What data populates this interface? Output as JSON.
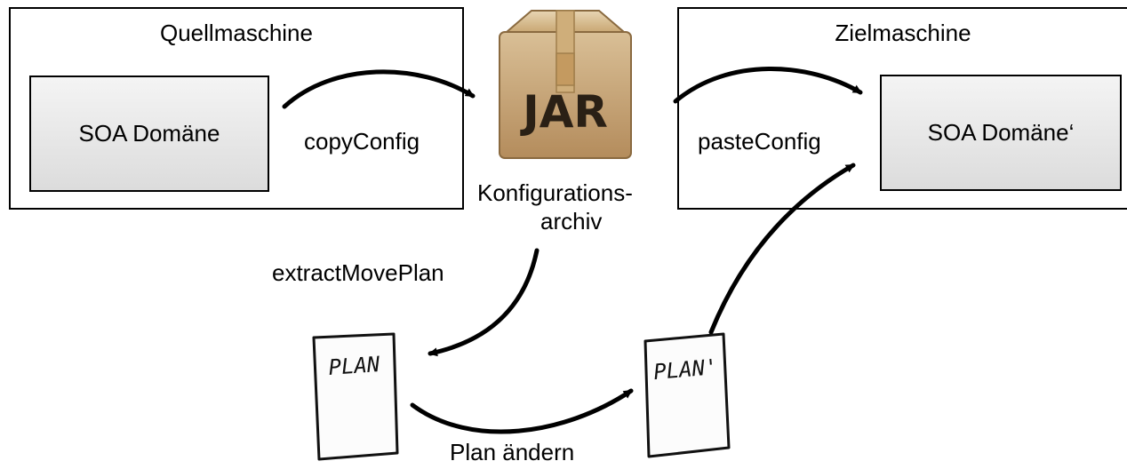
{
  "source_machine": {
    "title": "Quellmaschine",
    "domain_label": "SOA Domäne"
  },
  "target_machine": {
    "title": "Zielmaschine",
    "domain_label": "SOA Domäne‘"
  },
  "archive": {
    "icon_text": "JAR",
    "label_line1": "Konfigurations-",
    "label_line2": "archiv"
  },
  "steps": {
    "copy": "copyConfig",
    "paste": "pasteConfig",
    "extract": "extractMovePlan",
    "modify": "Plan ändern"
  },
  "plans": {
    "original": "PLAN",
    "modified": "PLAN'"
  },
  "icons": {
    "archive": "cardboard-box-icon",
    "plan": "plan-sheet-icon"
  },
  "colors": {
    "box_light": "#f4f4f4",
    "box_dark": "#dcdcdc",
    "jar_box": "#c8a878"
  }
}
